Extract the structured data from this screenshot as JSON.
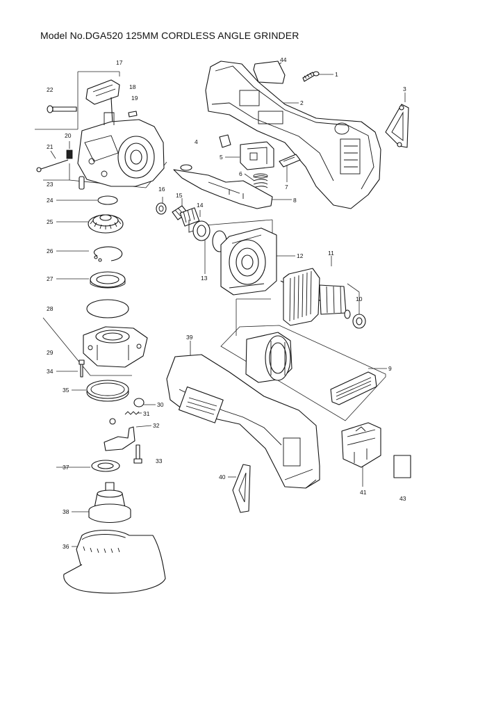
{
  "title": "Model No.DGA520 125MM CORDLESS ANGLE GRINDER",
  "callouts": [
    "1",
    "2",
    "3",
    "4",
    "5",
    "6",
    "7",
    "8",
    "9",
    "10",
    "11",
    "12",
    "13",
    "14",
    "15",
    "16",
    "17",
    "18",
    "19",
    "20",
    "21",
    "22",
    "23",
    "24",
    "25",
    "26",
    "27",
    "28",
    "29",
    "30",
    "31",
    "32",
    "33",
    "34",
    "35",
    "36",
    "37",
    "38",
    "39",
    "40",
    "41",
    "43",
    "44"
  ]
}
